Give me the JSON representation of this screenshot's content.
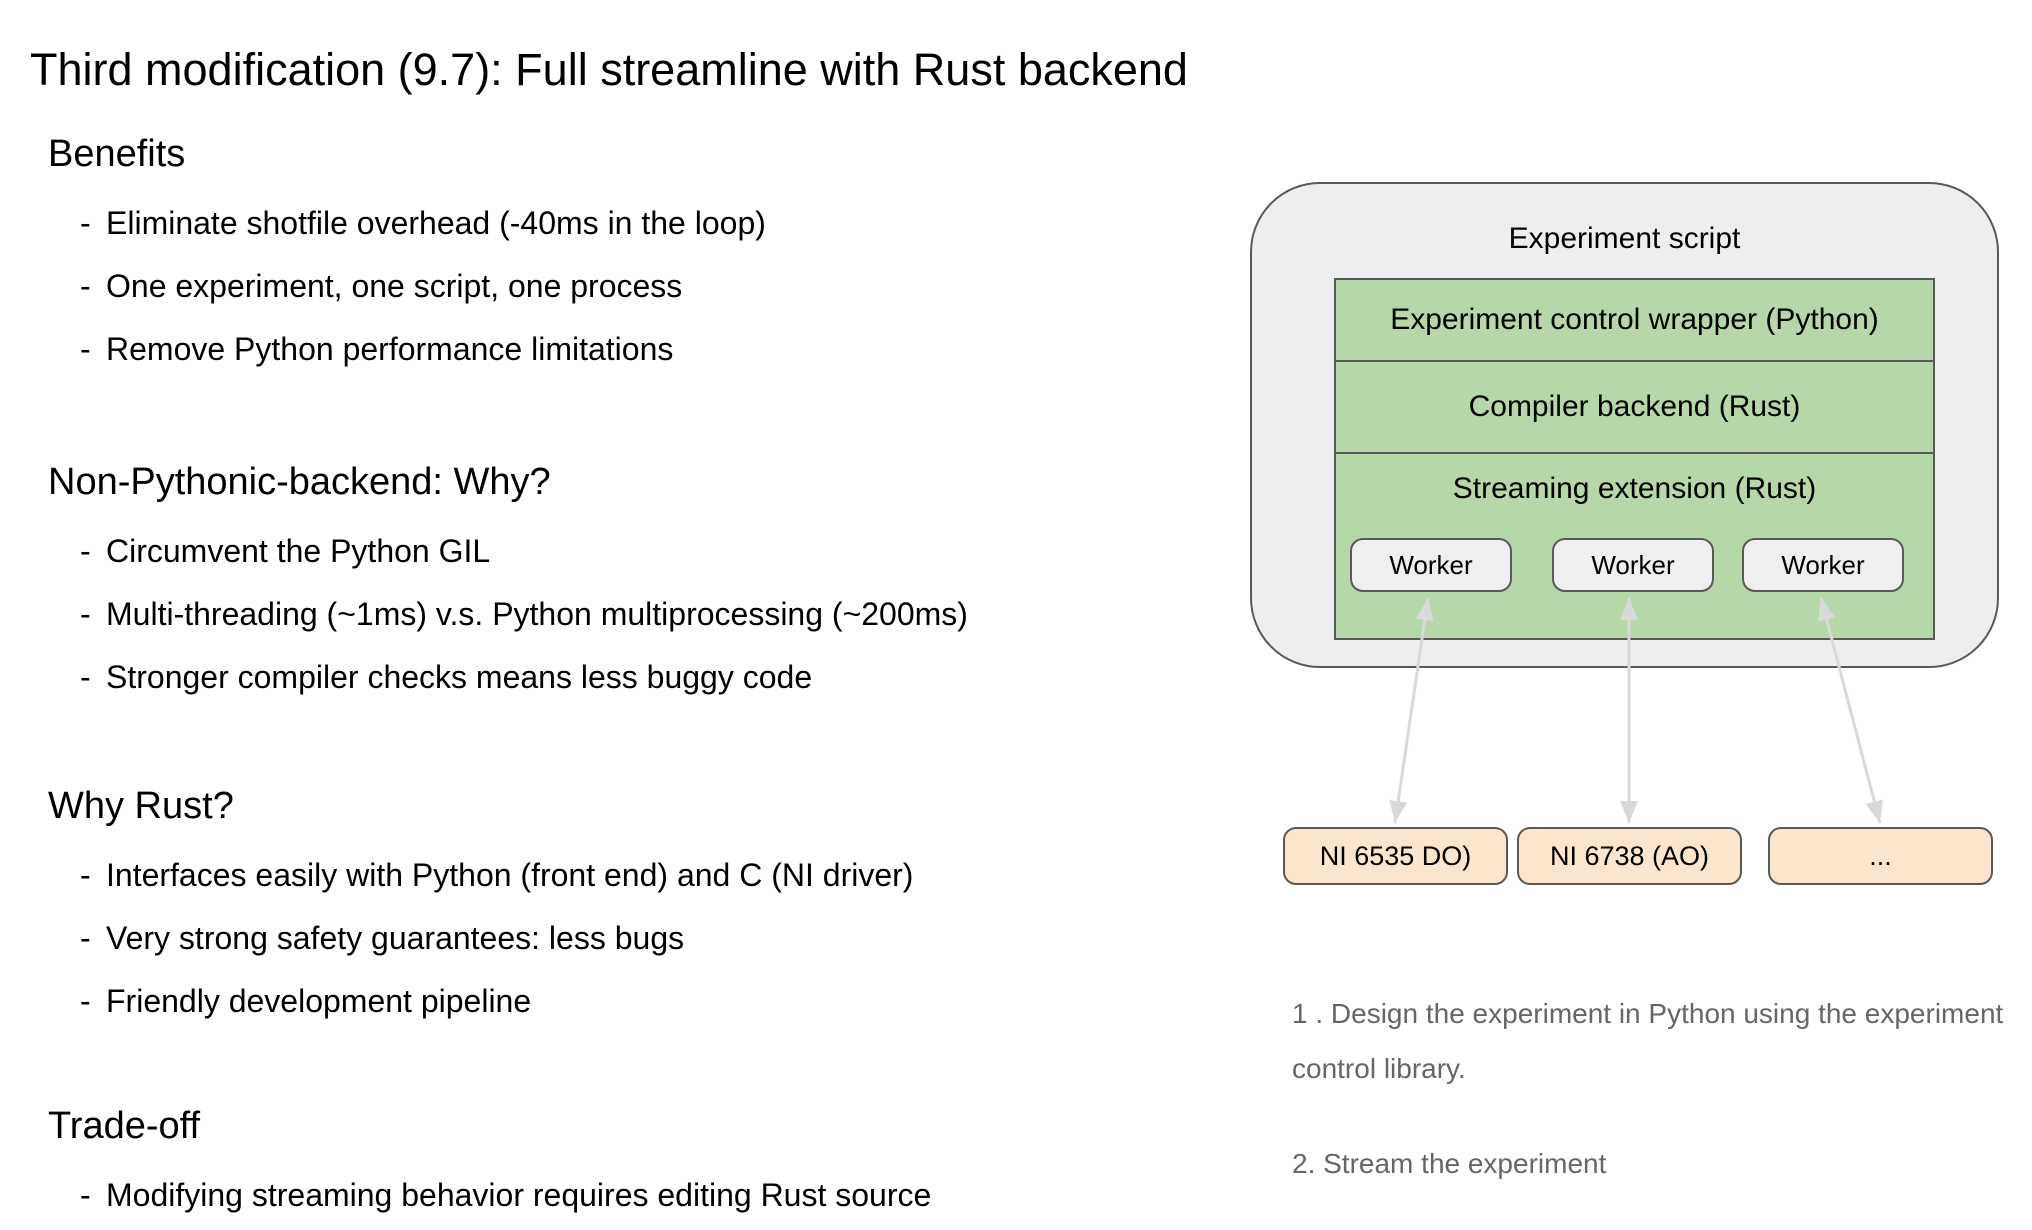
{
  "title": "Third modification (9.7): Full streamline with Rust backend",
  "bullet_marker": "-",
  "sections": [
    {
      "heading": "Benefits",
      "items": [
        "Eliminate shotfile overhead (-40ms in the loop)",
        "One experiment, one script, one process",
        "Remove Python performance limitations"
      ]
    },
    {
      "heading": "Non-Pythonic-backend: Why?",
      "items": [
        "Circumvent the Python GIL",
        "Multi-threading (~1ms) v.s. Python multiprocessing (~200ms)",
        "Stronger compiler checks means less buggy code"
      ]
    },
    {
      "heading": "Why Rust?",
      "items": [
        "Interfaces easily with Python (front end) and C (NI driver)",
        "Very strong safety guarantees: less bugs",
        "Friendly development pipeline"
      ]
    },
    {
      "heading": "Trade-off",
      "items": [
        "Modifying streaming behavior requires editing Rust source"
      ]
    }
  ],
  "diagram": {
    "container_label": "Experiment script",
    "layers": [
      {
        "label": "Experiment control wrapper (Python)"
      },
      {
        "label": "Compiler backend (Rust)"
      },
      {
        "label": "Streaming extension (Rust)"
      }
    ],
    "workers": [
      "Worker",
      "Worker",
      "Worker"
    ],
    "devices": [
      "NI 6535 DO)",
      "NI 6738 (AO)",
      "..."
    ]
  },
  "notes": [
    "1 . Design the experiment in Python using the experiment control library.",
    "2. Stream the experiment"
  ],
  "colors": {
    "green": "#b6d7a8",
    "peach": "#fce5cd",
    "container_fill": "#eeeeee",
    "worker_fill": "#efefef",
    "border": "#595959",
    "arrow": "#d9d9d9",
    "note_text": "#666666"
  }
}
